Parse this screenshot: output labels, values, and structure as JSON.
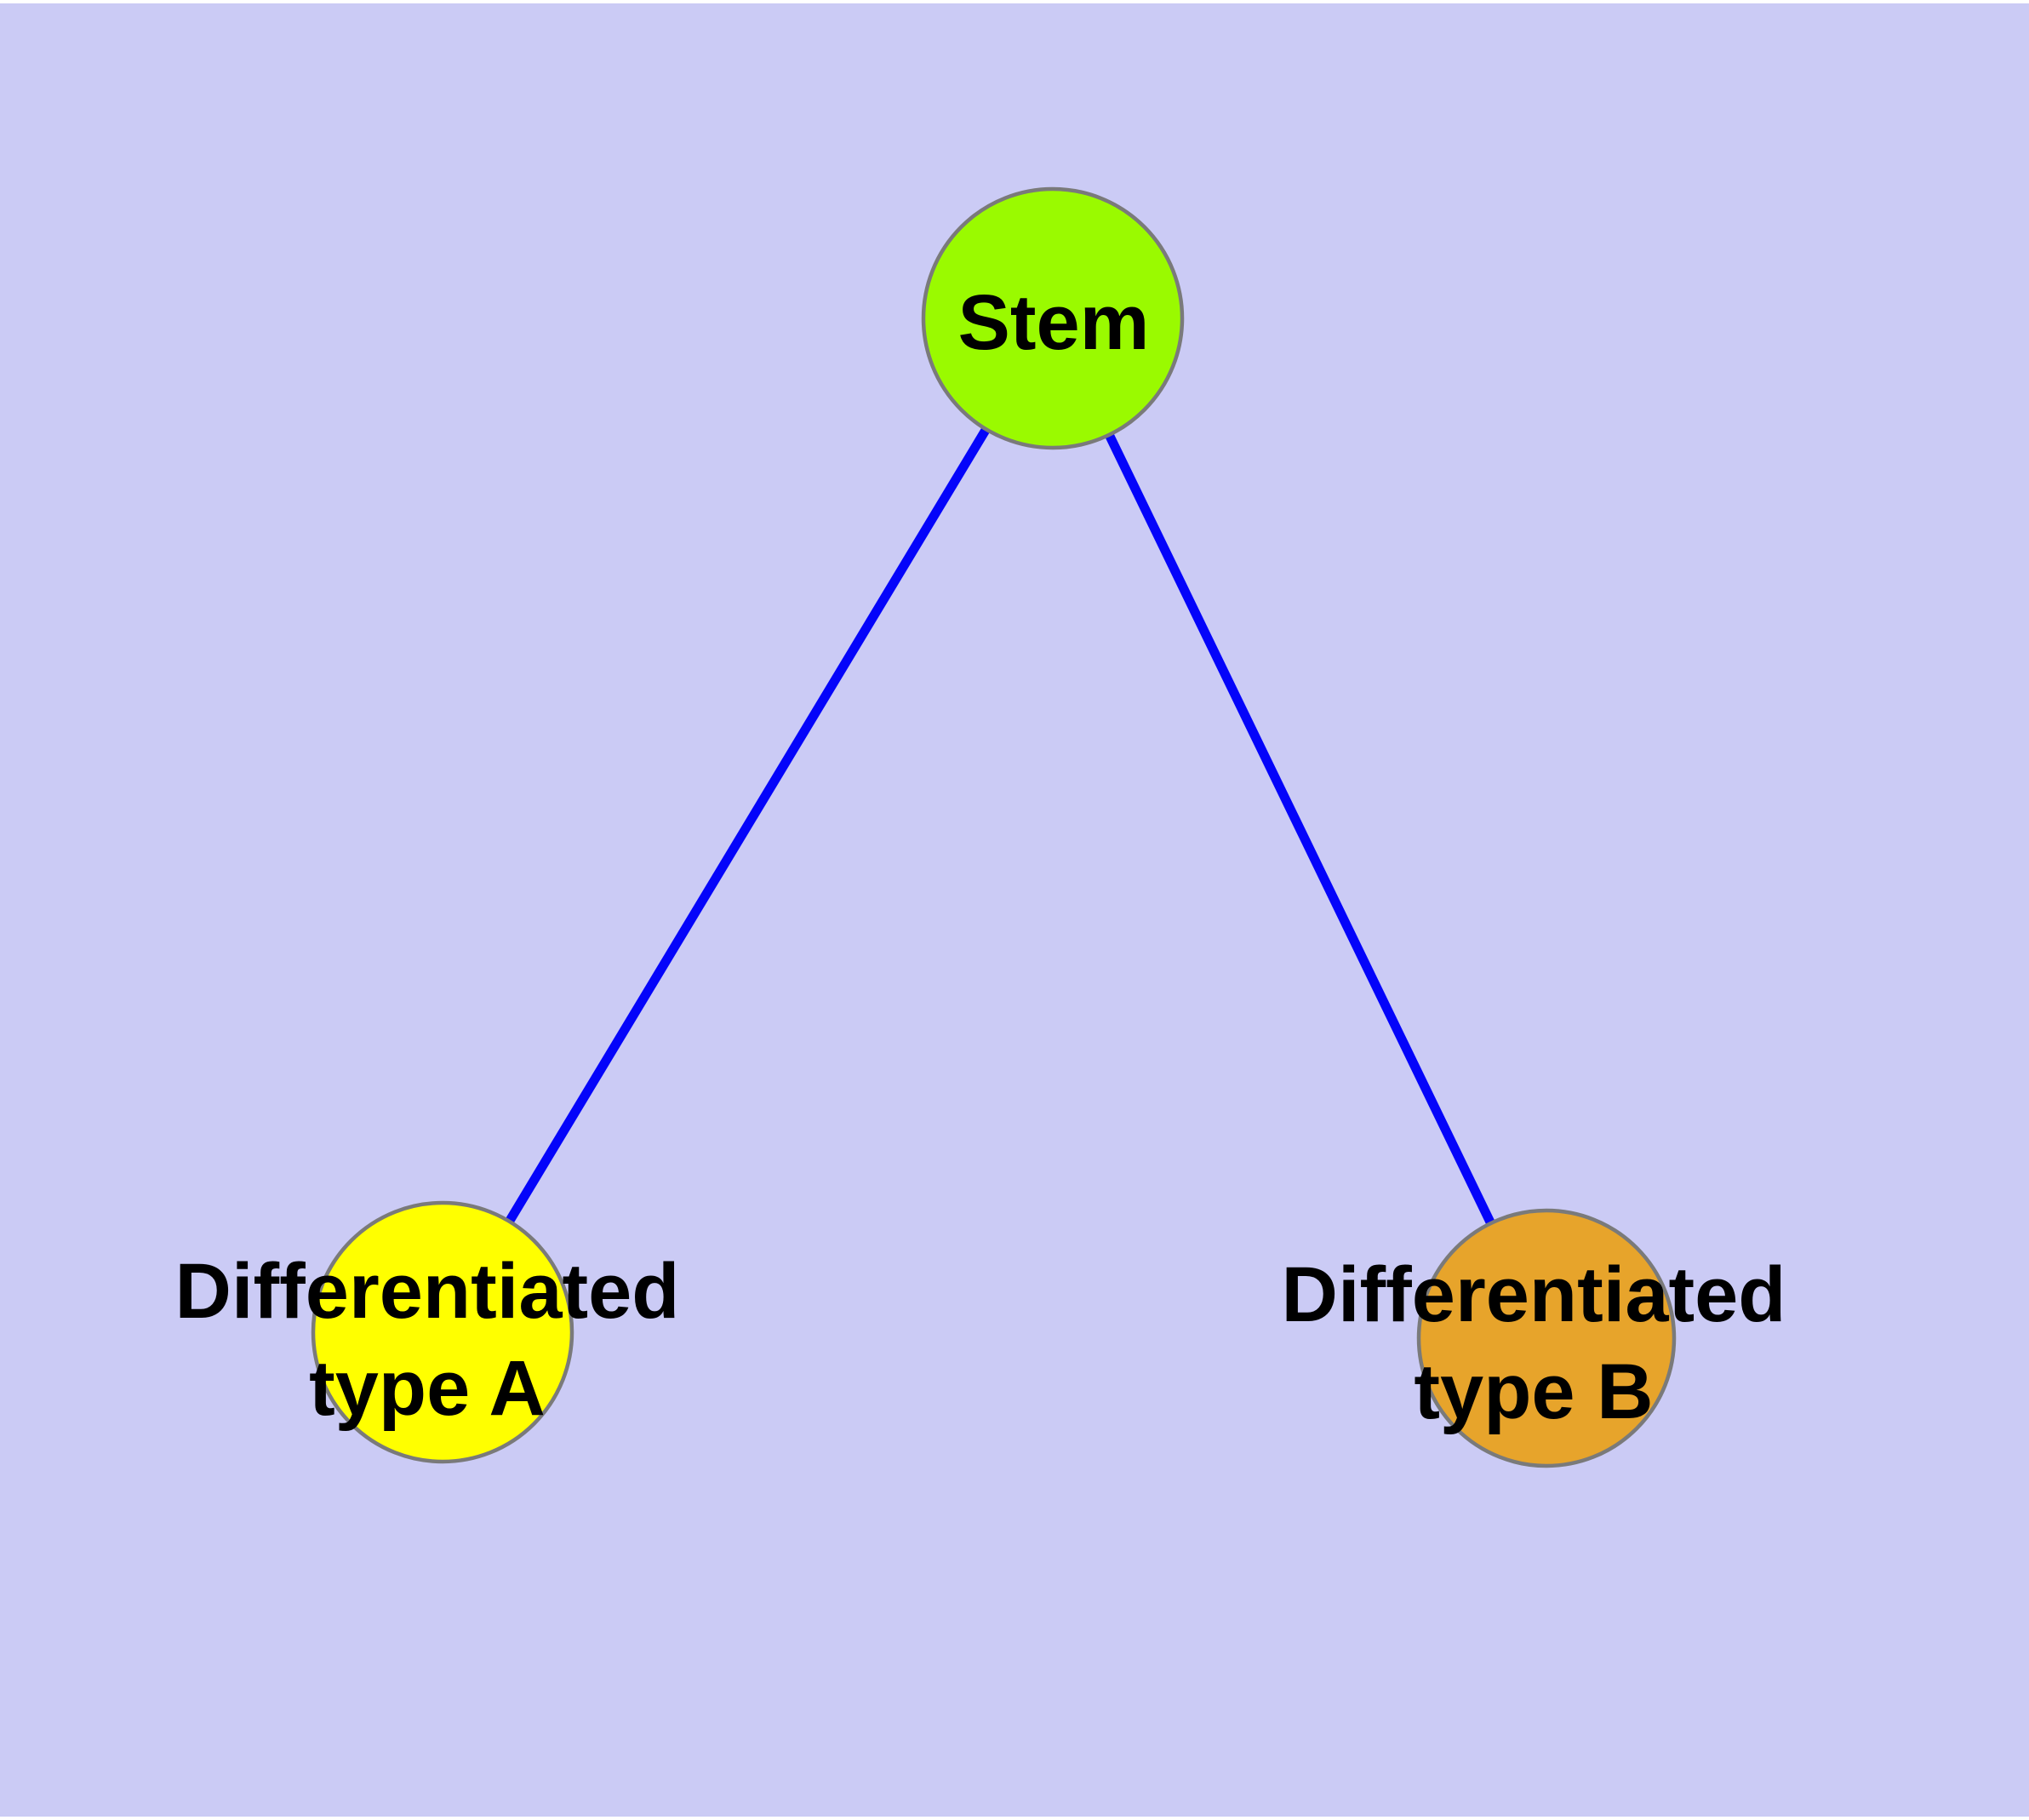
{
  "diagram": {
    "type": "graph",
    "description": "Cell differentiation hierarchy graph with a stem node connected to two differentiated cell type nodes",
    "background_color": "#CBCBF5",
    "margin_color": "#FFFFFF",
    "edge_color": "#0404FA",
    "node_border_color": "#7A7A7A",
    "label_color": "#000000",
    "nodes": [
      {
        "id": "stem",
        "label": "Stem",
        "label_lines": [
          "Stem"
        ],
        "fill": "#9AFA00"
      },
      {
        "id": "differentiated-type-a",
        "label": "Differentiated type A",
        "label_lines": [
          "Differentiated",
          "type A"
        ],
        "fill": "#FFFF00"
      },
      {
        "id": "differentiated-type-b",
        "label": "Differentiated type B",
        "label_lines": [
          "Differentiated",
          "type B"
        ],
        "fill": "#E7A42B"
      }
    ],
    "edges": [
      {
        "from": "Stem",
        "to": "Differentiated type A"
      },
      {
        "from": "Stem",
        "to": "Differentiated type B"
      }
    ]
  }
}
